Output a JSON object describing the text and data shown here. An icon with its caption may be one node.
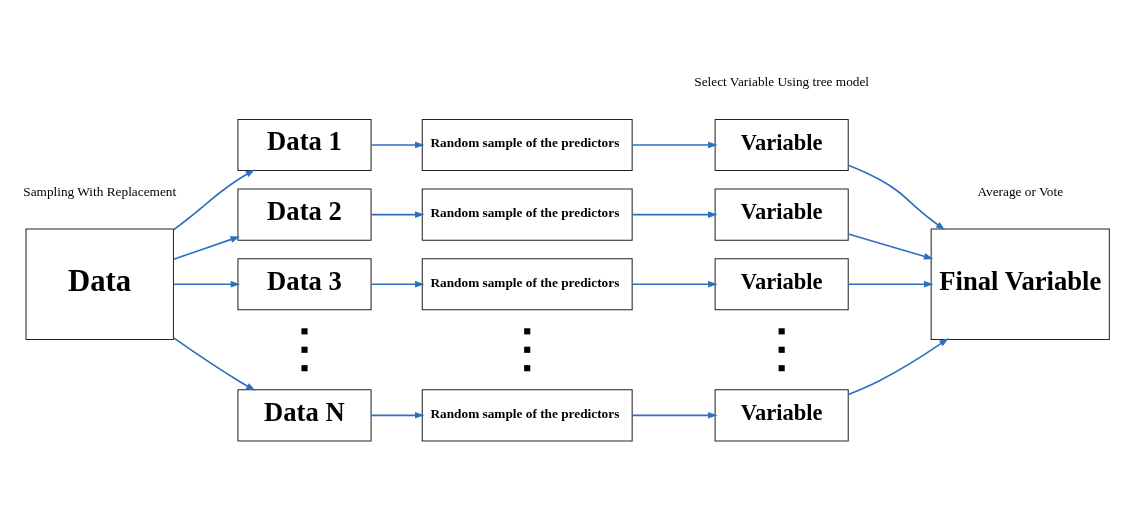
{
  "diagram": {
    "nodes": [
      {
        "text": [
          "Data"
        ]
      },
      {
        "text": [
          "Data 1"
        ]
      },
      {
        "text": [
          "Data 2"
        ]
      },
      {
        "text": [
          "Data 3"
        ]
      },
      {
        "text": [
          "Data N"
        ]
      },
      {
        "text": [
          "Random sample of the predictors"
        ]
      },
      {
        "text": [
          "Random sample of the predictors"
        ]
      },
      {
        "text": [
          "Random sample of the predictors"
        ]
      },
      {
        "text": [
          "Random sample of the predictors"
        ]
      },
      {
        "text": [
          "Variable"
        ]
      },
      {
        "text": [
          "Variable"
        ]
      },
      {
        "text": [
          "Variable"
        ]
      },
      {
        "text": [
          "Variable"
        ]
      },
      {
        "text": [
          "Final Variable"
        ]
      }
    ],
    "edges": [
      {
        "from": 0,
        "to": 1,
        "arrow": "to"
      },
      {
        "from": 0,
        "to": 2,
        "arrow": "to"
      },
      {
        "from": 0,
        "to": 3,
        "arrow": "to"
      },
      {
        "from": 0,
        "to": 4,
        "arrow": "to"
      },
      {
        "from": 1,
        "to": 5,
        "arrow": "to"
      },
      {
        "from": 2,
        "to": 6,
        "arrow": "to"
      },
      {
        "from": 3,
        "to": 7,
        "arrow": "to"
      },
      {
        "from": 4,
        "to": 8,
        "arrow": "to"
      },
      {
        "from": 5,
        "to": 9,
        "arrow": "to"
      },
      {
        "from": 6,
        "to": 10,
        "arrow": "to"
      },
      {
        "from": 7,
        "to": 11,
        "arrow": "to"
      },
      {
        "from": 8,
        "to": 12,
        "arrow": "to"
      },
      {
        "from": 9,
        "to": 13,
        "arrow": "to"
      },
      {
        "from": 10,
        "to": 13,
        "arrow": "to"
      },
      {
        "from": 11,
        "to": 13,
        "arrow": "to"
      },
      {
        "from": 12,
        "to": 13,
        "arrow": "to"
      }
    ],
    "labels": [
      "Select Variable Using tree model",
      "Sampling With Replacement",
      "Average or Vote"
    ]
  }
}
